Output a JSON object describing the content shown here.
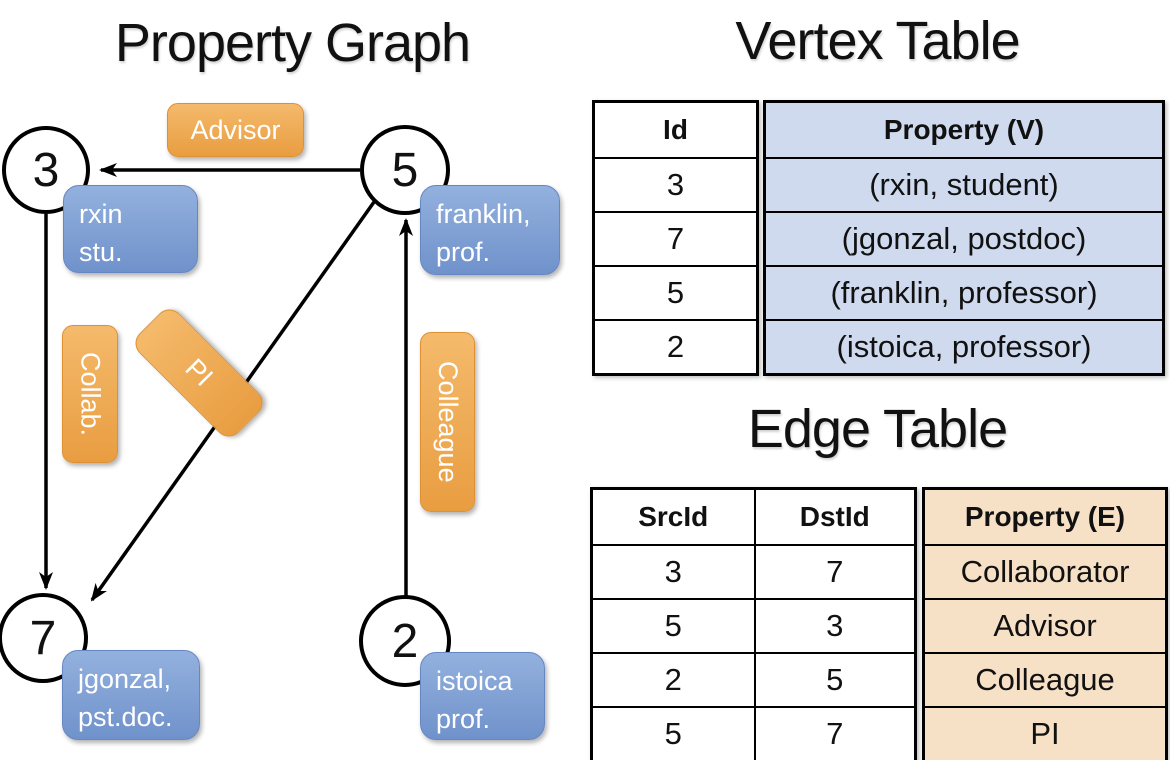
{
  "graph": {
    "title": "Property Graph",
    "nodes": [
      {
        "id": "3",
        "prop_line1": "rxin",
        "prop_line2": "stu."
      },
      {
        "id": "5",
        "prop_line1": "franklin,",
        "prop_line2": "prof."
      },
      {
        "id": "7",
        "prop_line1": "jgonzal,",
        "prop_line2": "pst.doc."
      },
      {
        "id": "2",
        "prop_line1": "istoica",
        "prop_line2": "prof."
      }
    ],
    "edge_labels": {
      "advisor": "Advisor",
      "collab": "Collab.",
      "pi": "PI",
      "colleague": "Colleague"
    }
  },
  "vertex_table": {
    "title": "Vertex Table",
    "headers": {
      "id": "Id",
      "property": "Property (V)"
    },
    "rows": [
      {
        "id": "3",
        "property": "(rxin, student)"
      },
      {
        "id": "7",
        "property": "(jgonzal, postdoc)"
      },
      {
        "id": "5",
        "property": "(franklin, professor)"
      },
      {
        "id": "2",
        "property": "(istoica, professor)"
      }
    ]
  },
  "edge_table": {
    "title": "Edge Table",
    "headers": {
      "src": "SrcId",
      "dst": "DstId",
      "property": "Property (E)"
    },
    "rows": [
      {
        "src": "3",
        "dst": "7",
        "property": "Collaborator"
      },
      {
        "src": "5",
        "dst": "3",
        "property": "Advisor"
      },
      {
        "src": "2",
        "dst": "5",
        "property": "Colleague"
      },
      {
        "src": "5",
        "dst": "7",
        "property": "PI"
      }
    ]
  },
  "colors": {
    "node_fill": "#ffffff",
    "node_border": "#000000",
    "vertex_accent_top": "#93b1de",
    "vertex_accent_bottom": "#7092cb",
    "vertex_box_border": "#6787c2",
    "edge_accent_top": "#f4ba6b",
    "edge_accent_bottom": "#e99d41",
    "edge_box_border": "#dd9134",
    "vertex_table_bg": "#cfdaee",
    "edge_table_bg": "#f6e0c6",
    "table_border": "#000000"
  }
}
